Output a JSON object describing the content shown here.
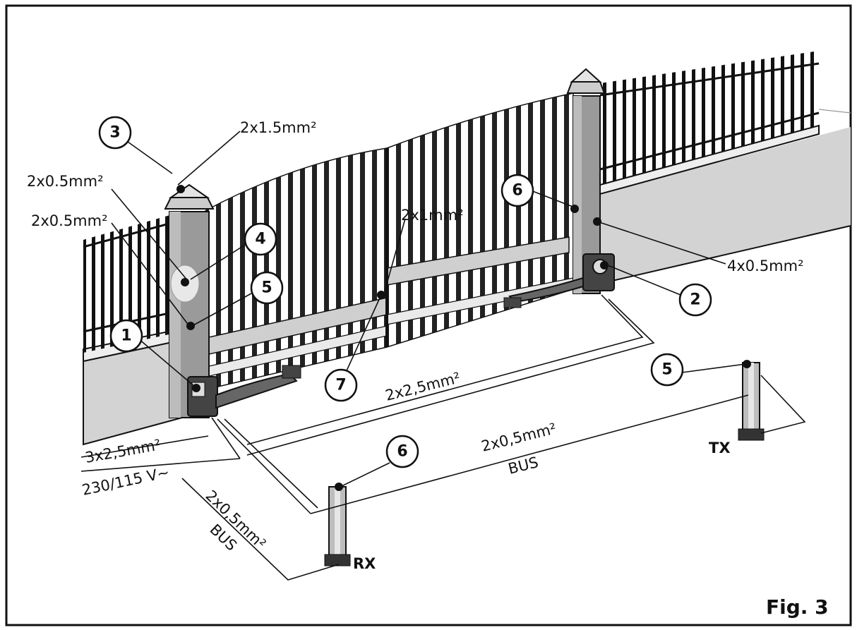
{
  "figure": {
    "label": "Fig. 3"
  },
  "callouts": [
    "1",
    "2",
    "3",
    "4",
    "5",
    "6",
    "7",
    "5",
    "6"
  ],
  "cables": {
    "c_2x1_5": "2x1.5mm²",
    "c_2x0_5_a": "2x0.5mm²",
    "c_2x0_5_b": "2x0.5mm²",
    "c_2x1": "2x1mm²",
    "c_4x0_5": "4x0.5mm²",
    "c_2x2_5": "2x2,5mm²",
    "c_3x2_5": "3x2,5mm²",
    "c_230": "230/115 V~",
    "c_2x0_5_bus_r": "2x0,5mm²",
    "c_bus_r": "BUS",
    "c_2x0_5_bus_l": "2x0,5mm²",
    "c_bus_l": "BUS"
  },
  "devices": {
    "rx": "RX",
    "tx": "TX"
  },
  "colors": {
    "wall": "#d3d3d3",
    "post": "#9a9a9a",
    "line": "#111111"
  }
}
